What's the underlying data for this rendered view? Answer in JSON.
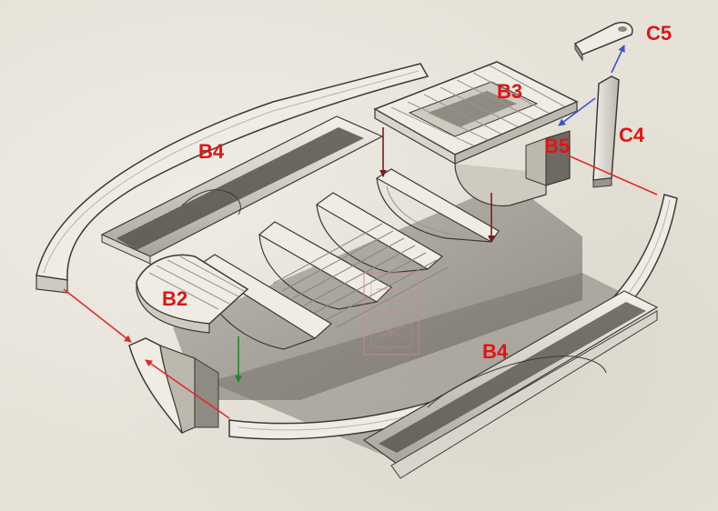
{
  "colors": {
    "background": "#e6e2d8",
    "wood_light": "#efece6",
    "wood_mid": "#cfcac0",
    "wood_dark": "#6e6a63",
    "outline": "#3c3a36",
    "label": "#e01515",
    "arrow_red": "#e02a2a",
    "arrow_darkred": "#7a1e1e",
    "arrow_blue": "#3a55d0",
    "arrow_green": "#1f8a2a",
    "watermark": "#c98a8a"
  },
  "labels": {
    "b4_left": "B4",
    "b4_right": "B4",
    "b3": "B3",
    "b2": "B2",
    "b5": "B5",
    "c4": "C4",
    "c5": "C5"
  },
  "icons": {
    "watermark": "seal-stamp-icon"
  }
}
